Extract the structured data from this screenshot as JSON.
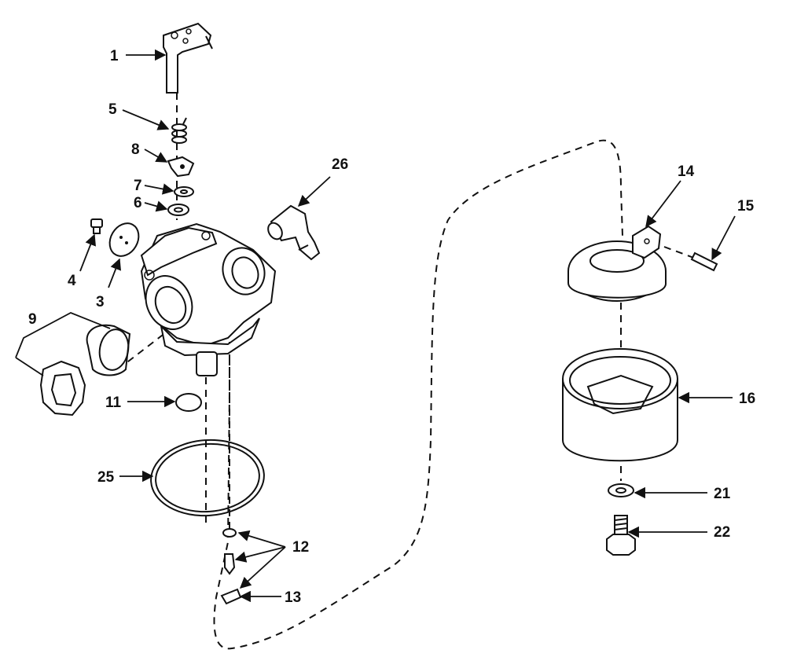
{
  "parts": [
    {
      "id": "p1",
      "label": "1"
    },
    {
      "id": "p3",
      "label": "3"
    },
    {
      "id": "p4",
      "label": "4"
    },
    {
      "id": "p5",
      "label": "5"
    },
    {
      "id": "p6",
      "label": "6"
    },
    {
      "id": "p7",
      "label": "7"
    },
    {
      "id": "p8",
      "label": "8"
    },
    {
      "id": "p9",
      "label": "9"
    },
    {
      "id": "p11",
      "label": "11"
    },
    {
      "id": "p12",
      "label": "12"
    },
    {
      "id": "p13",
      "label": "13"
    },
    {
      "id": "p14",
      "label": "14"
    },
    {
      "id": "p15",
      "label": "15"
    },
    {
      "id": "p16",
      "label": "16"
    },
    {
      "id": "p21",
      "label": "21"
    },
    {
      "id": "p22",
      "label": "22"
    },
    {
      "id": "p25",
      "label": "25"
    },
    {
      "id": "p26",
      "label": "26"
    }
  ]
}
